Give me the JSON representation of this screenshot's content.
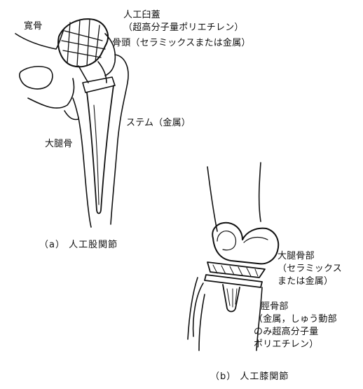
{
  "hip": {
    "pelvis": "寛骨",
    "cup_line1": "人工臼蓋",
    "cup_line2": "（超高分子量ポリエチレン）",
    "head": "骨頭（セラミックスまたは金属）",
    "stem": "ステム（金属）",
    "femur": "大腿骨",
    "caption": "（a）  人工股関節"
  },
  "knee": {
    "femoral_line1": "大腿骨部",
    "femoral_line2": "（セラミックス",
    "femoral_line3": "または金属）",
    "tibial_line1": "脛骨部",
    "tibial_line2": "（金属，しゅう動部",
    "tibial_line3": "のみ超高分子量",
    "tibial_line4": "ポリエチレン）",
    "caption": "（b）  人工膝関節"
  },
  "colors": {
    "ink": "#111111",
    "background": "#ffffff"
  }
}
